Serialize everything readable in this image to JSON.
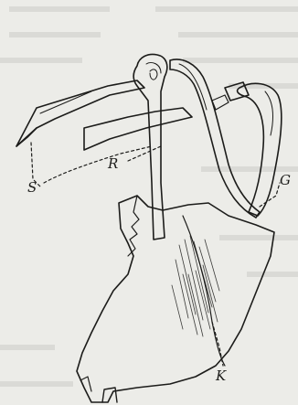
{
  "figure": {
    "labels": {
      "S": "S",
      "R": "R",
      "G": "G",
      "K": "K"
    },
    "ink_color": "#1c1c1a",
    "paper_color": "#ecece8"
  }
}
